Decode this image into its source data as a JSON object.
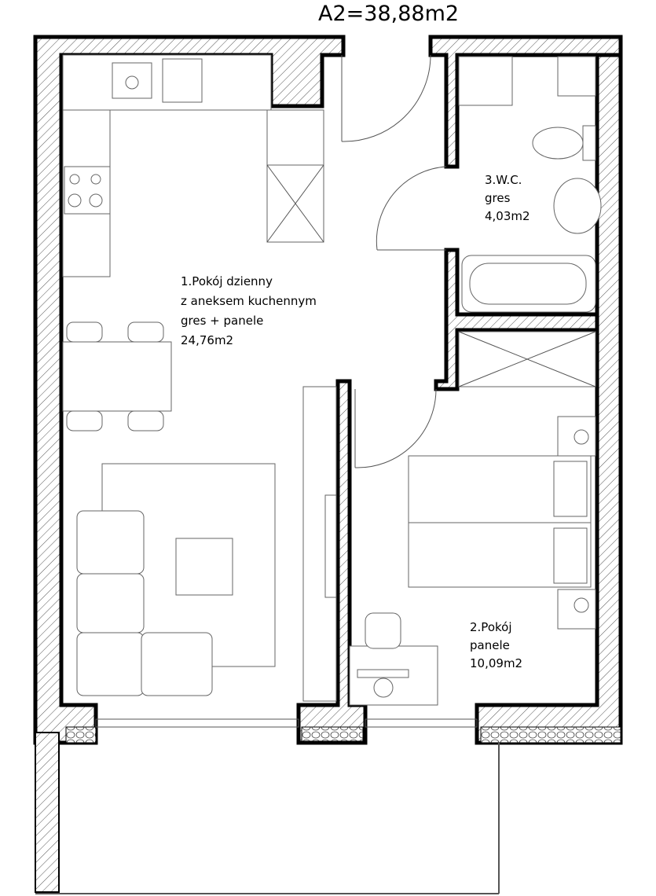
{
  "title": "A2=38,88m2",
  "rooms": [
    {
      "lines": [
        "1.Pokój dzienny",
        "z aneksem kuchennym",
        "gres + panele",
        "24,76m2"
      ]
    },
    {
      "lines": [
        "2.Pokój",
        "panele",
        "10,09m2"
      ]
    },
    {
      "lines": [
        "3.W.C.",
        "gres",
        "4,03m2"
      ]
    }
  ]
}
